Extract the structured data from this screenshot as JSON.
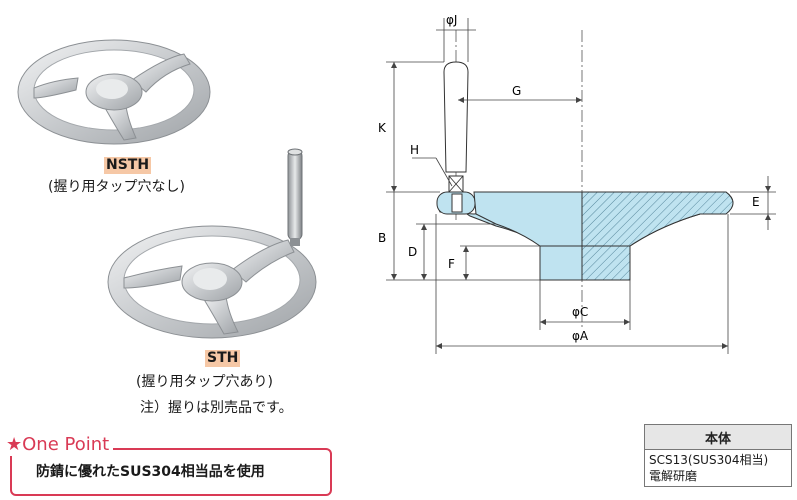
{
  "products": [
    {
      "model": "NSTH",
      "caption": "(握り用タップ穴なし)"
    },
    {
      "model": "STH",
      "caption": "(握り用タップ穴あり)",
      "note": "注）握りは別売品です。"
    }
  ],
  "one_point": {
    "title": "★One Point",
    "text": "防錆に優れたSUS304相当品を使用"
  },
  "material_table": {
    "header": "本体",
    "lines": [
      "SCS13(SUS304相当)",
      "電解研磨"
    ]
  },
  "dimensions": {
    "J": "φJ",
    "G": "G",
    "K": "K",
    "H": "H",
    "B": "B",
    "D": "D",
    "F": "F",
    "E": "E",
    "C": "φC",
    "A": "φA"
  },
  "colors": {
    "accent": "#d93a55",
    "tag_bg": "#f6c8a6",
    "part_fill": "#bfe3f0",
    "metal": "#d6d9dc"
  }
}
